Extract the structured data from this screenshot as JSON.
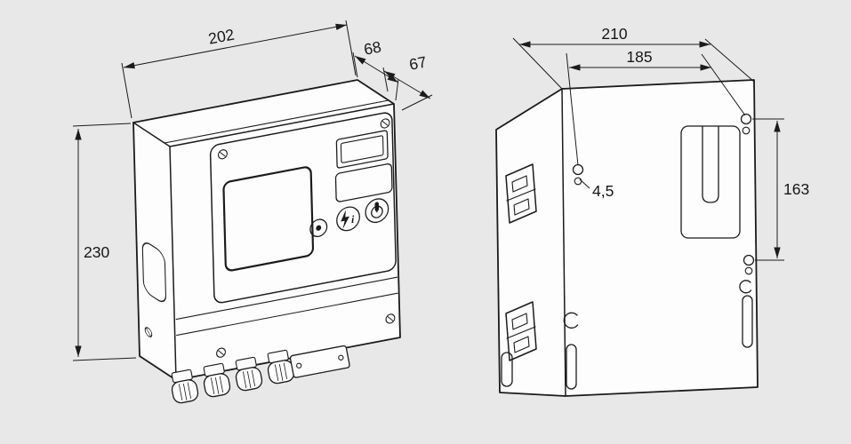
{
  "colors": {
    "background": "#e9e8e8",
    "line": "#1b1b1b",
    "device_fill": "#fdfdfd"
  },
  "views": {
    "front": {
      "dims": {
        "width": "202",
        "depth_housing": "68",
        "depth_cover": "67",
        "height": "230"
      }
    },
    "rear": {
      "dims": {
        "overall_width": "210",
        "hole_spacing_horizontal": "185",
        "hole_spacing_vertical": "163",
        "hole_diameter": "4,5"
      }
    }
  },
  "front_panel": {
    "info_button_label": "i"
  }
}
